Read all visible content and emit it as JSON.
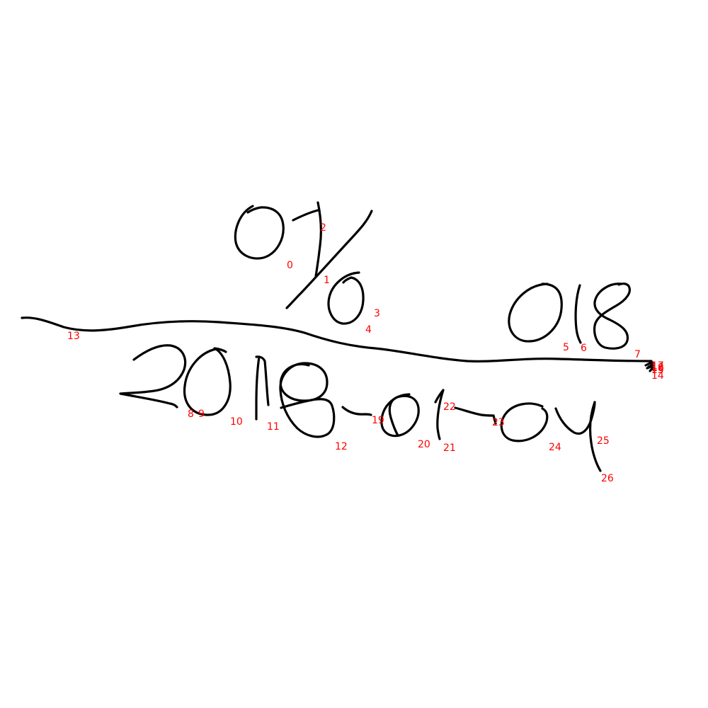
{
  "canvas": {
    "background": "#ffffff",
    "ink_color": "#000000",
    "label_color": "#ff0000"
  },
  "stroke_labels": [
    "0",
    "1",
    "2",
    "3",
    "4",
    "5",
    "6",
    "7",
    "8",
    "9",
    "10",
    "11",
    "12",
    "13",
    "14",
    "15",
    "16",
    "17",
    "18",
    "19",
    "20",
    "21",
    "22",
    "23",
    "24",
    "25",
    "26"
  ]
}
